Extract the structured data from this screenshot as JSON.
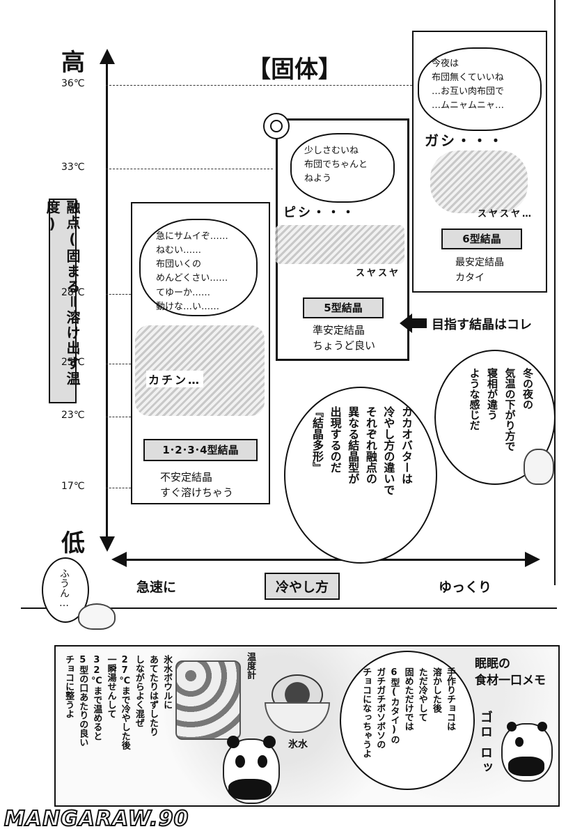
{
  "axis": {
    "high": "高",
    "low": "低",
    "solid": "【固体】",
    "y_label": "融点(固まる＝溶け出す温度)",
    "x_left": "急速に",
    "x_center": "冷やし方",
    "x_right": "ゆっくり",
    "temps": [
      "36℃",
      "33℃",
      "28℃",
      "25℃",
      "23℃",
      "17℃"
    ]
  },
  "crystal_1234": {
    "bubble_lines": [
      "急にサムイぞ……",
      "ねむい……",
      "布団いくの",
      "めんどくさい……",
      "てゆーか……",
      "動けな…い……"
    ],
    "sfx": "カチン…",
    "label": "1･2･3･4型結晶",
    "desc1": "不安定結晶",
    "desc2": "すぐ溶けちゃう"
  },
  "crystal_5": {
    "mark": "◎",
    "bubble_lines": [
      "少しさむいね",
      "布団でちゃんと",
      "ねよう"
    ],
    "sfx1": "ピシ・・・",
    "sfx2": "スヤスヤ",
    "label": "5型結晶",
    "desc1": "準安定結晶",
    "desc2": "ちょうど良い"
  },
  "crystal_6": {
    "bubble_lines": [
      "今夜は",
      "布団無くていいね",
      "…お互い肉布団で",
      "…ムニャムニャ…"
    ],
    "sfx1": "ガシ・・・",
    "sfx2": "スヤスヤ…",
    "label": "6型結晶",
    "desc1": "最安定結晶",
    "desc2": "カタイ"
  },
  "target_note": "目指す結晶はコレ",
  "bubble_winter": [
    "冬の夜の",
    "気温の下がり方で",
    "寝相が違う",
    "ような感じだ"
  ],
  "bubble_cacao": [
    "カカオバターは",
    "冷やし方の違いで",
    "それぞれ融点の",
    "異なる結晶型が",
    "出現するのだ",
    "『結晶多形』"
  ],
  "bubble_fuun": "ふうん…",
  "memo": {
    "title1": "眠眠の",
    "title2": "食材一口メモ",
    "thermometer": "温度計",
    "icewater": "氷水",
    "left_text": [
      "氷水ボウルに",
      "あてたりはずしたり",
      "しながらよく混ぜ",
      "27℃まで冷やした後",
      "一瞬湯せんして",
      "32℃まで温めると",
      "5型の口あたりの良い",
      "チョコに整うよ"
    ],
    "right_text": [
      "手作りチョコは",
      "溶かした後",
      "ただ冷やして",
      "固めただけでは",
      "6型(カタイ)の",
      "ガチガチボソボソの",
      "チョコになっちゃうよ"
    ],
    "sfx": "ゴロ ロッ"
  },
  "watermark": "MANGARAW.90"
}
